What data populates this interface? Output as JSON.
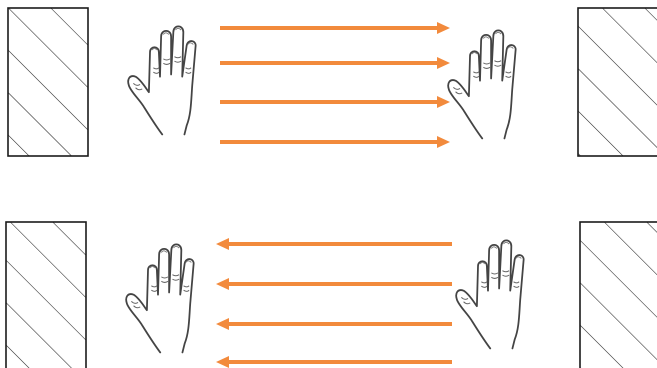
{
  "colors": {
    "arrow": "#f28a3c",
    "outline": "#1a1a1a",
    "hatch": "#222222",
    "hand_line": "#444444",
    "background": "#ffffff"
  },
  "icons": {
    "panel": "hatched-panel-icon",
    "hand": "hand-outline-icon"
  },
  "rows": [
    {
      "id": "top",
      "arrow_direction": "right",
      "arrow_count": 4
    },
    {
      "id": "bottom",
      "arrow_direction": "left",
      "arrow_count": 4
    }
  ]
}
